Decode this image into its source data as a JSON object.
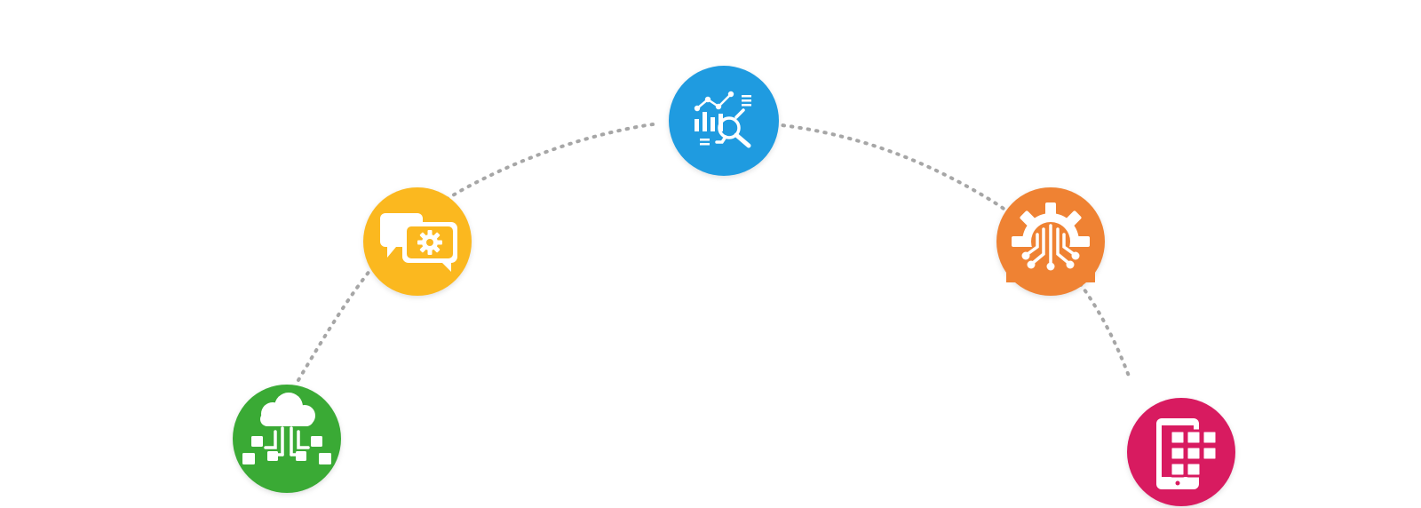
{
  "diagram": {
    "connector_color": "#a6a6a6",
    "nodes": [
      {
        "id": "cloud-network",
        "icon": "cloud-network-icon",
        "color": "#3aaa35"
      },
      {
        "id": "chat-settings",
        "icon": "chat-settings-icon",
        "color": "#fbb81f"
      },
      {
        "id": "analytics",
        "icon": "analytics-search-icon",
        "color": "#1f9be0"
      },
      {
        "id": "gear-circuit",
        "icon": "gear-circuit-icon",
        "color": "#ef8233"
      },
      {
        "id": "mobile-apps",
        "icon": "mobile-apps-icon",
        "color": "#d81b60"
      }
    ]
  }
}
